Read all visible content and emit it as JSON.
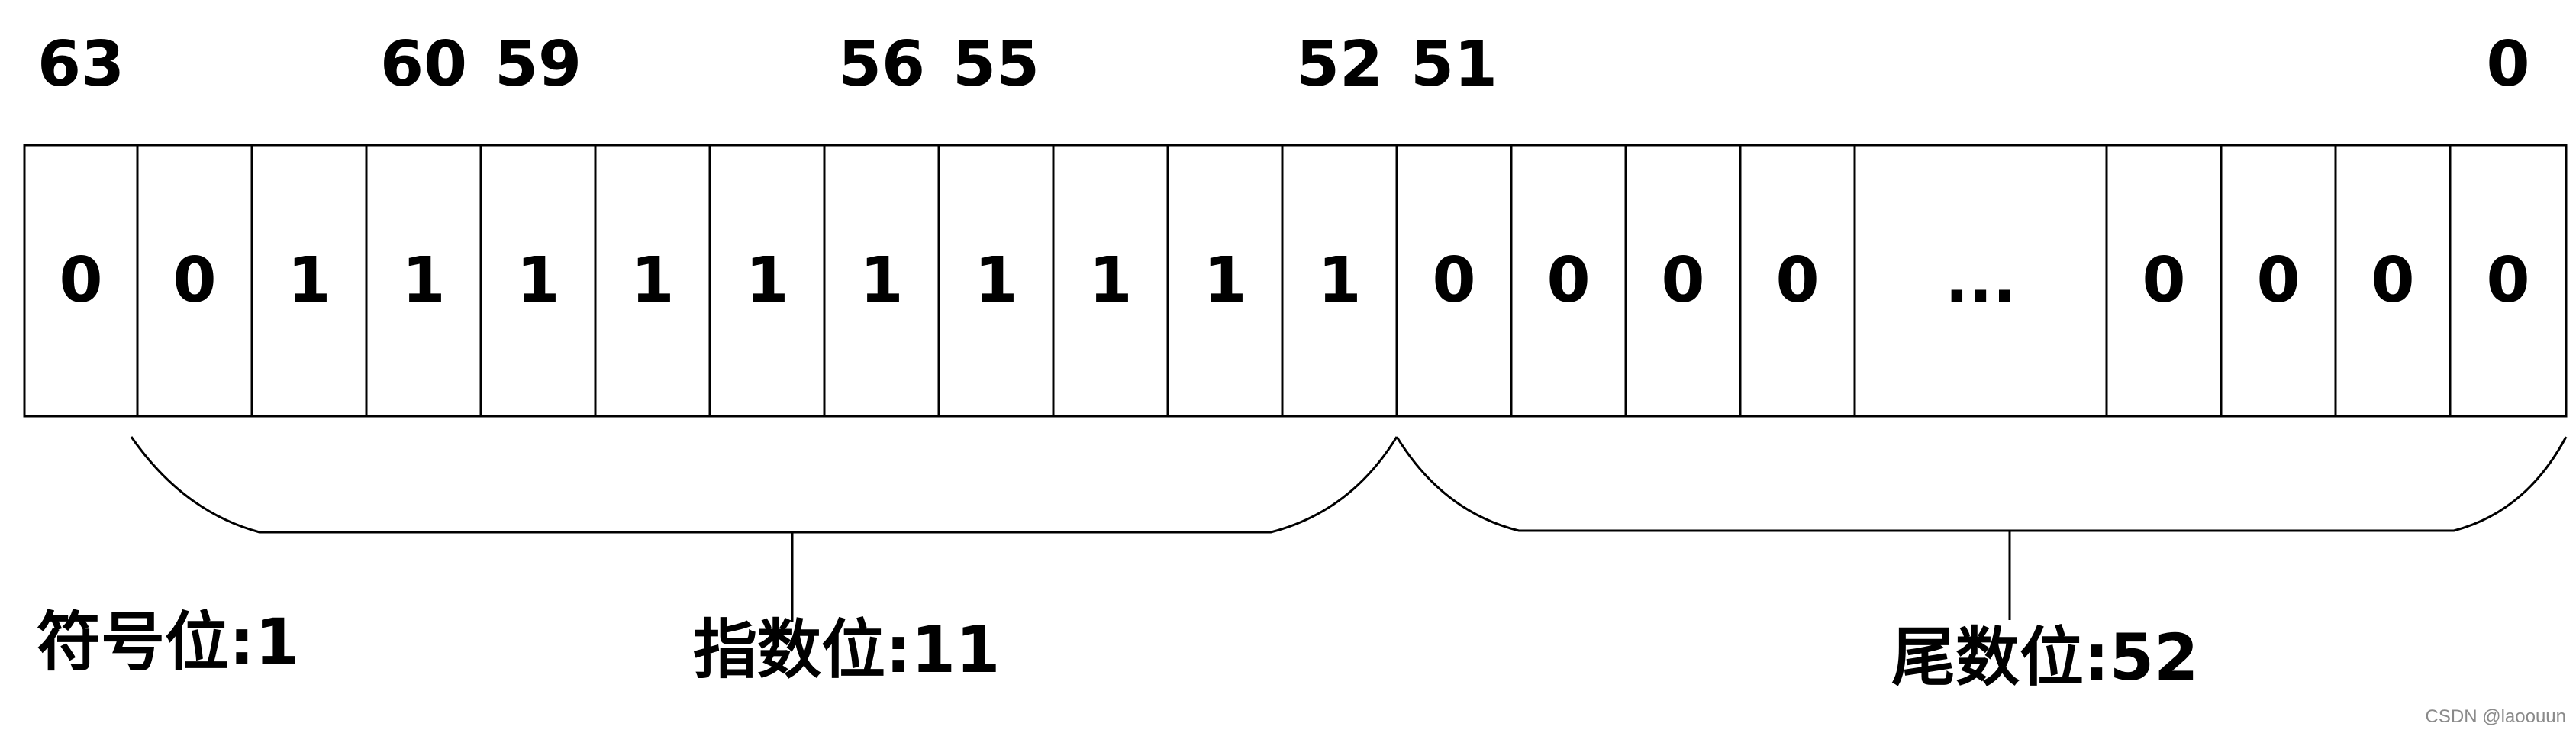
{
  "bit_numbers": [
    "63",
    "60",
    "59",
    "56",
    "55",
    "52",
    "51",
    "0"
  ],
  "cells": [
    "0",
    "0",
    "1",
    "1",
    "1",
    "1",
    "1",
    "1",
    "1",
    "1",
    "1",
    "1",
    "0",
    "0",
    "0",
    "0",
    "...",
    "0",
    "0",
    "0",
    "0"
  ],
  "groups": [
    {
      "label": "符号位:1",
      "bits": 1
    },
    {
      "label": "指数位:11",
      "bits": 11
    },
    {
      "label": "尾数位:52",
      "bits": 52
    }
  ],
  "watermark": "CSDN @laoouun"
}
